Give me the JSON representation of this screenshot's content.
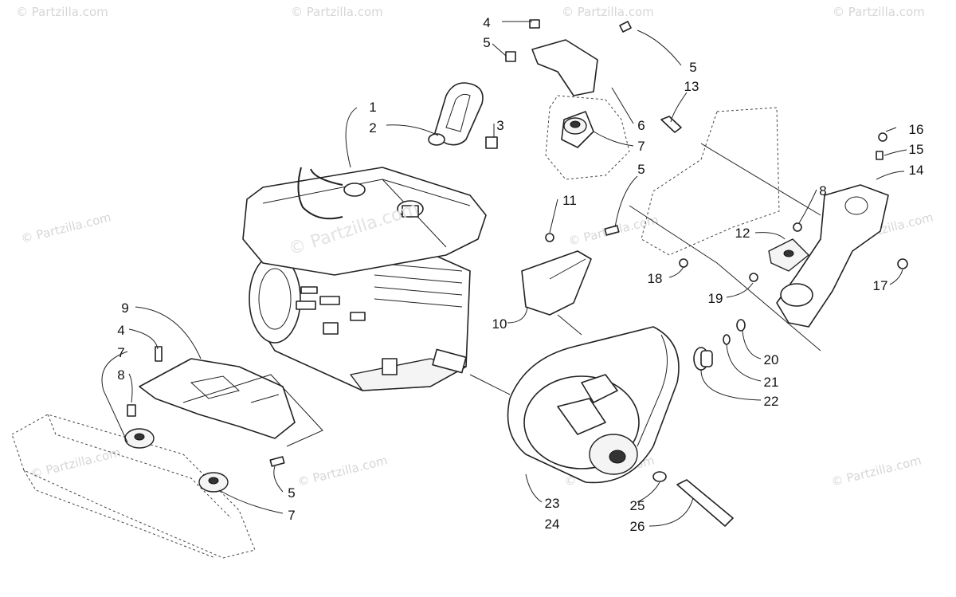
{
  "watermark": {
    "corner_text": "© Partzilla.com",
    "center_text": "© Partzilla.com"
  },
  "callouts": [
    {
      "id": "c1",
      "label": "1"
    },
    {
      "id": "c2",
      "label": "2"
    },
    {
      "id": "c3",
      "label": "3"
    },
    {
      "id": "c4a",
      "label": "4"
    },
    {
      "id": "c5a",
      "label": "5"
    },
    {
      "id": "c5b",
      "label": "5"
    },
    {
      "id": "c13",
      "label": "13"
    },
    {
      "id": "c6",
      "label": "6"
    },
    {
      "id": "c7a",
      "label": "7"
    },
    {
      "id": "c16",
      "label": "16"
    },
    {
      "id": "c15",
      "label": "15"
    },
    {
      "id": "c14",
      "label": "14"
    },
    {
      "id": "c5c",
      "label": "5"
    },
    {
      "id": "c11",
      "label": "11"
    },
    {
      "id": "c8a",
      "label": "8"
    },
    {
      "id": "c12",
      "label": "12"
    },
    {
      "id": "c18",
      "label": "18"
    },
    {
      "id": "c17",
      "label": "17"
    },
    {
      "id": "c19",
      "label": "19"
    },
    {
      "id": "c10",
      "label": "10"
    },
    {
      "id": "c9",
      "label": "9"
    },
    {
      "id": "c4b",
      "label": "4"
    },
    {
      "id": "c7b",
      "label": "7"
    },
    {
      "id": "c8b",
      "label": "8"
    },
    {
      "id": "c20",
      "label": "20"
    },
    {
      "id": "c21",
      "label": "21"
    },
    {
      "id": "c22",
      "label": "22"
    },
    {
      "id": "c5d",
      "label": "5"
    },
    {
      "id": "c7c",
      "label": "7"
    },
    {
      "id": "c23",
      "label": "23"
    },
    {
      "id": "c24",
      "label": "24"
    },
    {
      "id": "c25",
      "label": "25"
    },
    {
      "id": "c26",
      "label": "26"
    }
  ]
}
